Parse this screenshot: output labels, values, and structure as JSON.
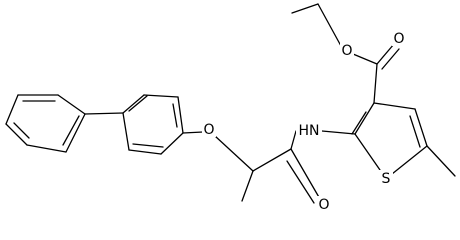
{
  "atoms": {
    "ester_o_single": "O",
    "ester_o_double": "O",
    "ether_o": "O",
    "amide_nh": "HN",
    "amide_o": "O",
    "thiophene_s": "S"
  },
  "colors": {
    "bond": "#000000",
    "label": "#000000",
    "background": "#ffffff"
  }
}
